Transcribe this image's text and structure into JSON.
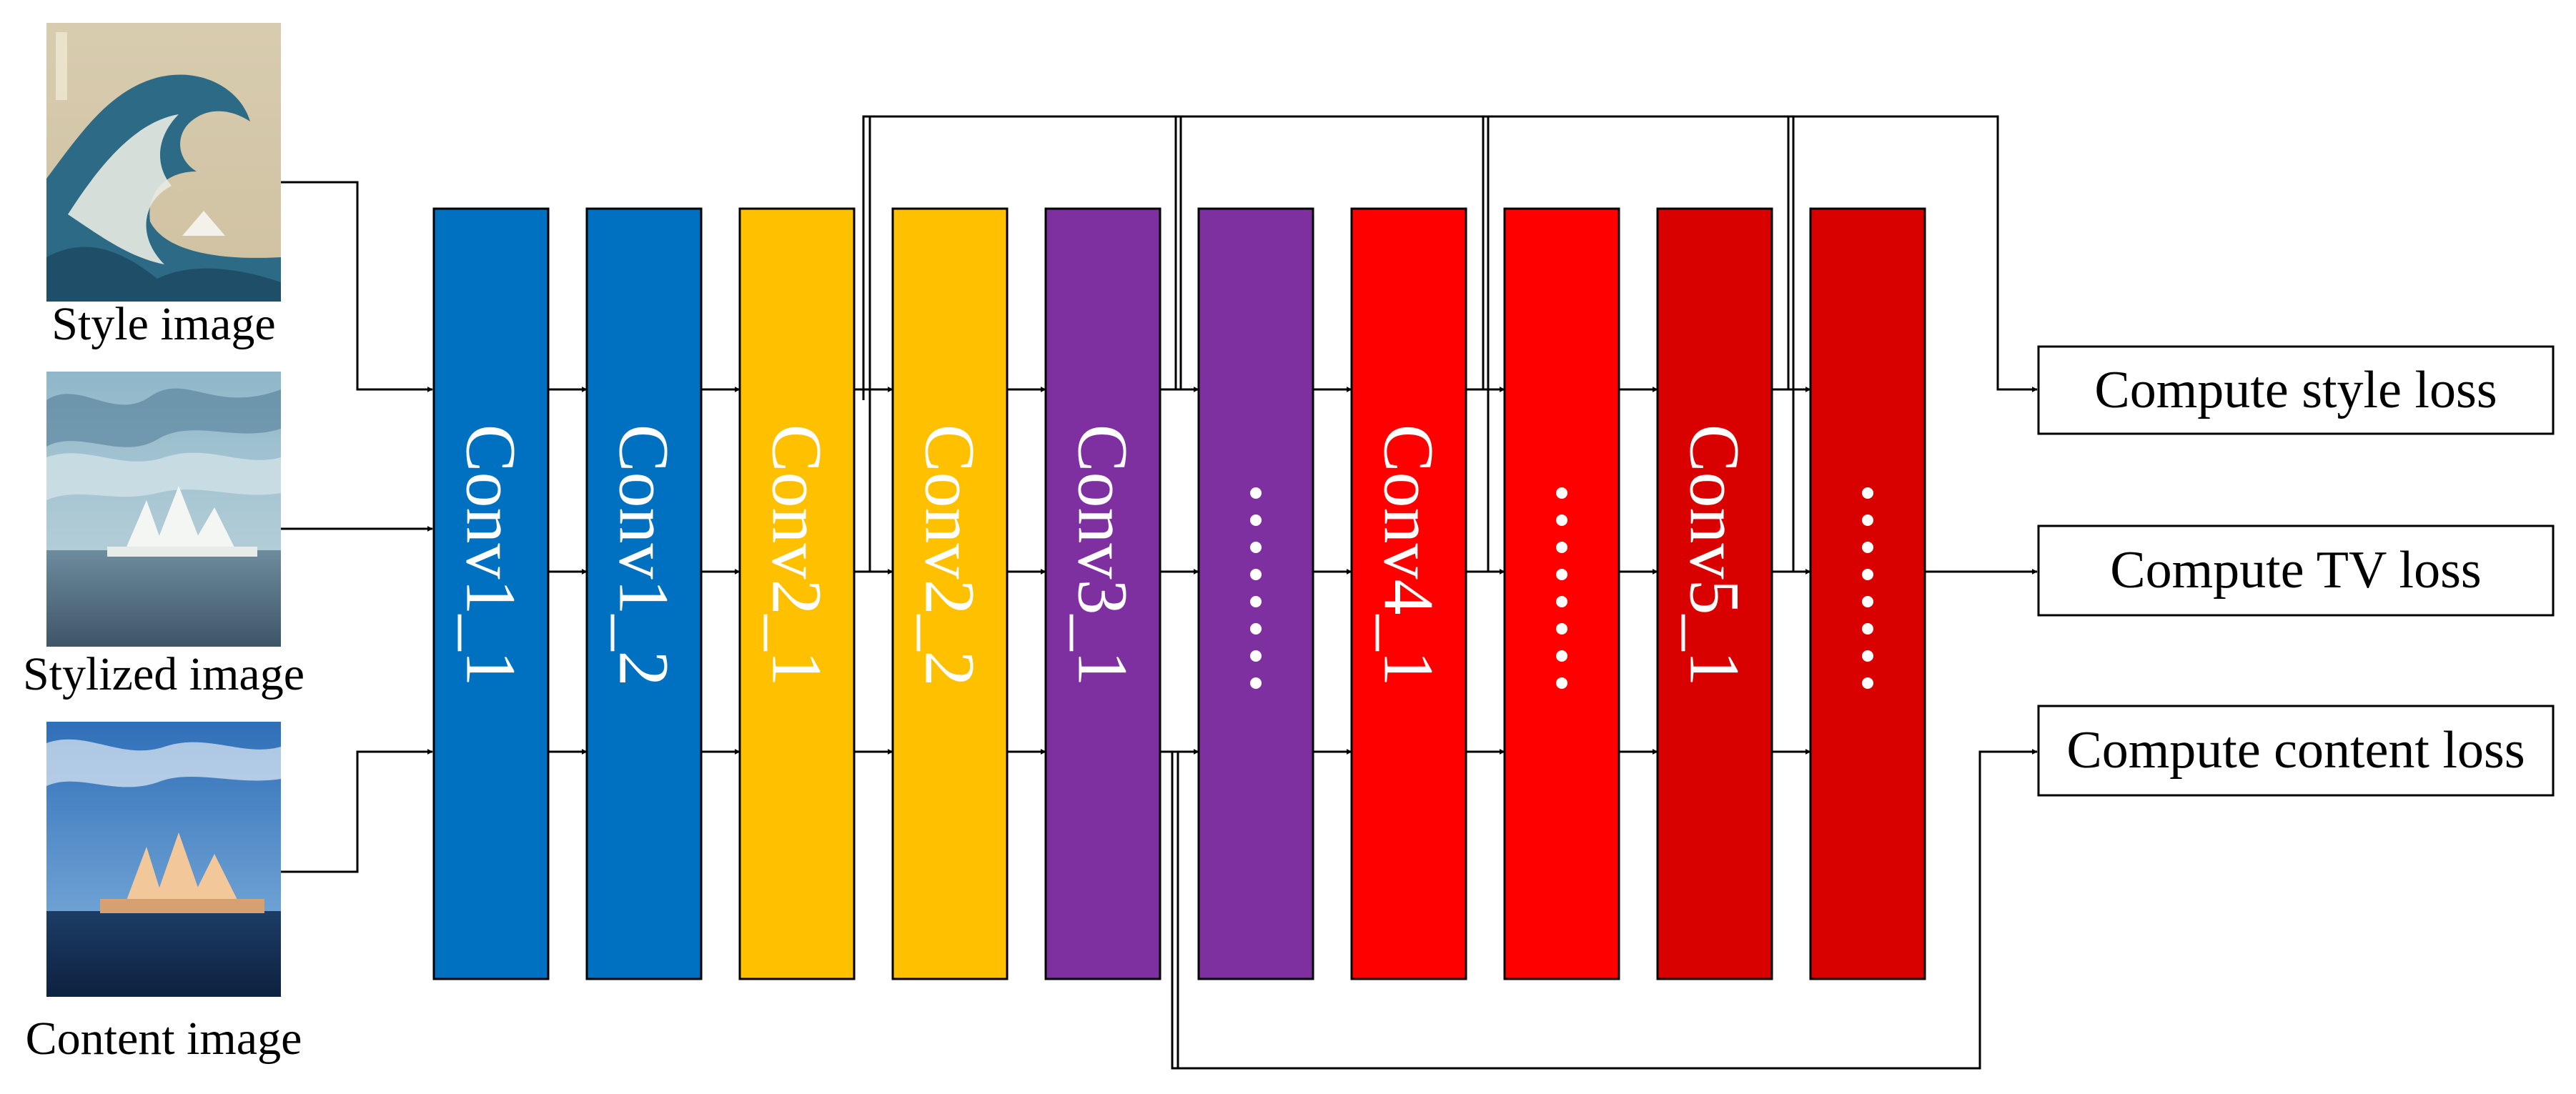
{
  "inputs": [
    {
      "id": "style",
      "label": "Style image"
    },
    {
      "id": "stylized",
      "label": "Stylized image"
    },
    {
      "id": "content",
      "label": "Content image"
    }
  ],
  "layers": [
    {
      "label": "Conv1_1",
      "color": "#0070C0"
    },
    {
      "label": "Conv1_2",
      "color": "#0070C0"
    },
    {
      "label": "Conv2_1",
      "color": "#FFC000"
    },
    {
      "label": "Conv2_2",
      "color": "#FFC000"
    },
    {
      "label": "Conv3_1",
      "color": "#7F30A0"
    },
    {
      "label": "",
      "color": "#7F30A0"
    },
    {
      "label": "Conv4_1",
      "color": "#FF0000"
    },
    {
      "label": "",
      "color": "#FF0000"
    },
    {
      "label": "Conv5_1",
      "color": "#D90000"
    },
    {
      "label": "",
      "color": "#D90000"
    }
  ],
  "outputs": [
    {
      "id": "style",
      "label": "Compute style loss"
    },
    {
      "id": "tv",
      "label": "Compute TV loss"
    },
    {
      "id": "content",
      "label": "Compute content loss"
    }
  ]
}
